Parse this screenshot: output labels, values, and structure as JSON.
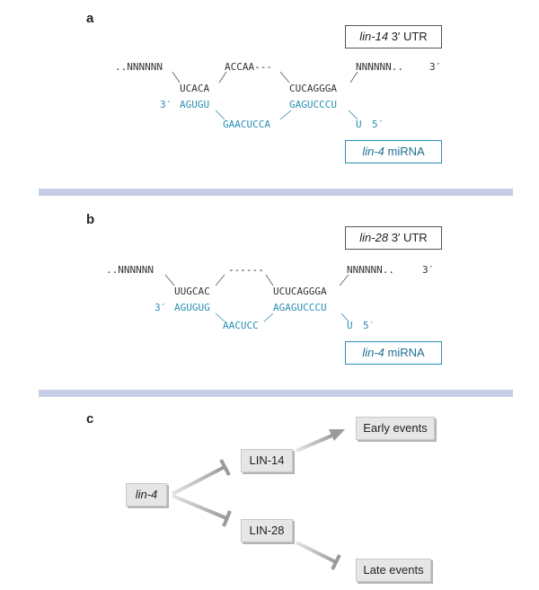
{
  "panel_a": {
    "letter": "a",
    "utr_box": {
      "gene": "lin-14",
      "suffix": "3′ UTR"
    },
    "mirna_box": {
      "gene": "lin-4",
      "suffix": "miRNA"
    },
    "mrna_top_left": "..NNNNNN",
    "mrna_top_loop": "ACCAA---",
    "mrna_top_right": "NNNNNN..",
    "mrna_3prime": "3′",
    "mrna_paired_1": "UCACA",
    "mrna_paired_2": "CUCAGGGA",
    "mirna_3prime": "3′",
    "mirna_paired_1": "AGUGU",
    "mirna_paired_2": "GAGUCCCU",
    "mirna_bulge": "GAACUCCA",
    "mirna_5prime_base": "U",
    "mirna_5prime": "5′"
  },
  "panel_b": {
    "letter": "b",
    "utr_box": {
      "gene": "lin-28",
      "suffix": "3′ UTR"
    },
    "mirna_box": {
      "gene": "lin-4",
      "suffix": "miRNA"
    },
    "mrna_top_left": "..NNNNNN",
    "mrna_top_loop": "------",
    "mrna_top_right": "NNNNNN..",
    "mrna_3prime": "3′",
    "mrna_paired_1": "UUGCAC",
    "mrna_paired_2": "UCUCAGGGA",
    "mirna_3prime": "3′",
    "mirna_paired_1": "AGUGUG",
    "mirna_paired_2": "AGAGUCCCU",
    "mirna_bulge": "AACUCC",
    "mirna_5prime_base": "U",
    "mirna_5prime": "5′"
  },
  "panel_c": {
    "letter": "c",
    "nodes": {
      "lin4": "lin-4",
      "lin14": "LIN-14",
      "lin28": "LIN-28",
      "early": "Early events",
      "late": "Late events"
    }
  },
  "colors": {
    "mirna": "#2a8fb3",
    "divider": "#c7cde4",
    "node_fill": "#e6e6e6",
    "arrow": "#9a9a9a"
  }
}
